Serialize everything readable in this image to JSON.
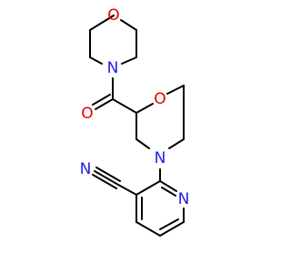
{
  "molecule": {
    "colors": {
      "bond": "#000000",
      "nitrogen": "#1f1fe6",
      "oxygen": "#e60000"
    },
    "atoms": {
      "morpholine_top_o": "O",
      "morpholine_top_n": "N",
      "carbonyl_o": "O",
      "morpholine_mid_o": "O",
      "morpholine_mid_n": "N",
      "nitrile_n": "N",
      "pyridine_n": "N"
    }
  }
}
